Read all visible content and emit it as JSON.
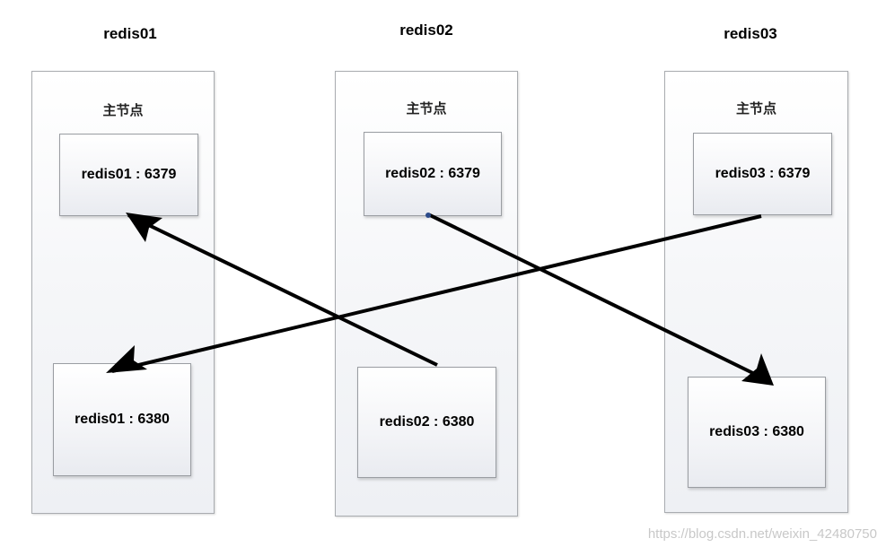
{
  "servers": [
    {
      "title": "redis01",
      "master_label": "主节点",
      "master": "redis01 : 6379",
      "slave": "redis01 : 6380"
    },
    {
      "title": "redis02",
      "master_label": "主节点",
      "master": "redis02 : 6379",
      "slave": "redis02 : 6380"
    },
    {
      "title": "redis03",
      "master_label": "主节点",
      "master": "redis03 : 6379",
      "slave": "redis03 : 6380"
    }
  ],
  "arrows": [
    {
      "from": "redis02 : 6380",
      "to": "redis01 : 6379"
    },
    {
      "from": "redis03 : 6379",
      "to": "redis01 : 6380"
    },
    {
      "from": "redis02 : 6379",
      "to": "redis03 : 6380"
    }
  ],
  "watermark": "https://blog.csdn.net/weixin_42480750",
  "colors": {
    "arrow": "#000000",
    "box_border": "#a9acb0",
    "background": "#ffffff"
  }
}
